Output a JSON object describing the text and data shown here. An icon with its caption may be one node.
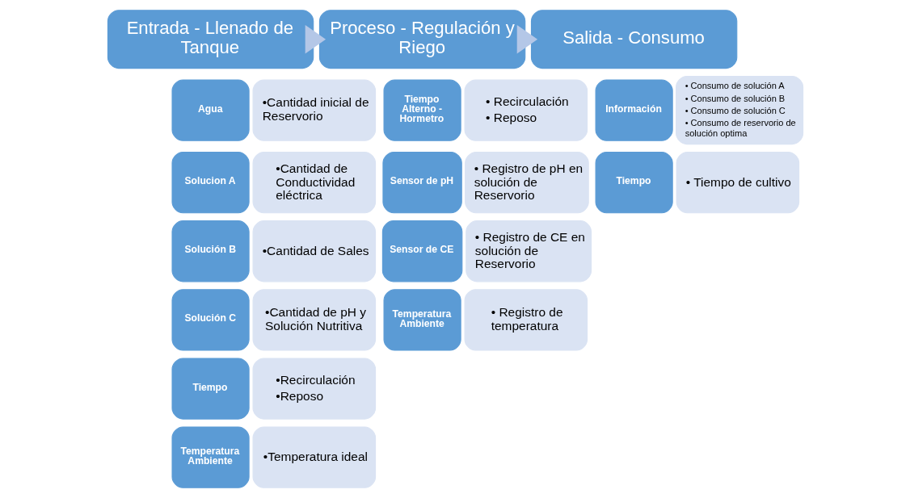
{
  "diagram": {
    "nodes": [
      {
        "text": [
          "Entrada - Llenado de Tanque"
        ]
      },
      {
        "text": [
          "Agua"
        ]
      },
      {
        "text": [
          "•Cantidad inicial de Reservorio"
        ]
      },
      {
        "text": [
          "Solucion A"
        ]
      },
      {
        "text": [
          "•Cantidad de Conductividad eléctrica"
        ]
      },
      {
        "text": [
          "Solución B"
        ]
      },
      {
        "text": [
          "•Cantidad de Sales"
        ]
      },
      {
        "text": [
          "Solución C"
        ]
      },
      {
        "text": [
          "•Cantidad de pH y Solución Nutritiva"
        ]
      },
      {
        "text": [
          "Tiempo"
        ]
      },
      {
        "text": [
          "•Recirculación",
          "•Reposo"
        ]
      },
      {
        "text": [
          "Temperatura Ambiente"
        ]
      },
      {
        "text": [
          "•Temperatura ideal"
        ]
      },
      {
        "text": [
          "Proceso - Regulación y Riego"
        ]
      },
      {
        "text": [
          "Tiempo Alterno - Hormetro"
        ]
      },
      {
        "text": [
          "• Recirculación",
          "• Reposo"
        ]
      },
      {
        "text": [
          "Sensor de pH"
        ]
      },
      {
        "text": [
          "• Registro de pH en solución de Reservorio"
        ]
      },
      {
        "text": [
          "Sensor de CE"
        ]
      },
      {
        "text": [
          "• Registro de CE en solución de Reservorio"
        ]
      },
      {
        "text": [
          "Temperatura Ambiente"
        ]
      },
      {
        "text": [
          "• Registro de temperatura"
        ]
      },
      {
        "text": [
          "Salida - Consumo"
        ]
      },
      {
        "text": [
          "Información"
        ]
      },
      {
        "text": [
          "• Consumo de solución A",
          "• Consumo de solución B",
          "• Consumo de solución C",
          "• Consumo de reservorio de solución optima"
        ]
      },
      {
        "text": [
          "Tiempo"
        ]
      },
      {
        "text": [
          "• Tiempo de cultivo"
        ]
      }
    ],
    "edges": [
      {
        "from": 0,
        "to": 13,
        "arrow": "to",
        "style": "thick"
      },
      {
        "from": 13,
        "to": 22,
        "arrow": "to",
        "style": "thick"
      }
    ]
  }
}
